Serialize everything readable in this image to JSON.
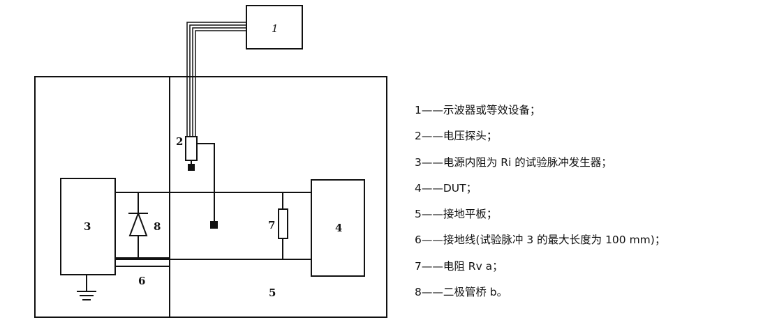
{
  "diagram": {
    "labels": {
      "oscilloscope": "1",
      "voltage_probe": "2",
      "pulse_generator": "3",
      "dut": "4",
      "ground_plane": "5",
      "ground_wire": "6",
      "resistor": "7",
      "diode_bridge": "8"
    }
  },
  "legend": {
    "items": [
      {
        "num": "1",
        "dash": "——",
        "text": "示波器或等效设备；"
      },
      {
        "num": "2",
        "dash": "——",
        "text": "电压探头；"
      },
      {
        "num": "3",
        "dash": "——",
        "text": "电源内阻为 Ri 的试验脉冲发生器；"
      },
      {
        "num": "4",
        "dash": "——",
        "text": "DUT；"
      },
      {
        "num": "5",
        "dash": "——",
        "text": "接地平板；"
      },
      {
        "num": "6",
        "dash": "——",
        "text": "接地线(试验脉冲 3 的最大长度为 100 mm)；"
      },
      {
        "num": "7",
        "dash": "——",
        "text": "电阻 Rv a；"
      },
      {
        "num": "8",
        "dash": "——",
        "text": "二极管桥 b。"
      }
    ]
  }
}
